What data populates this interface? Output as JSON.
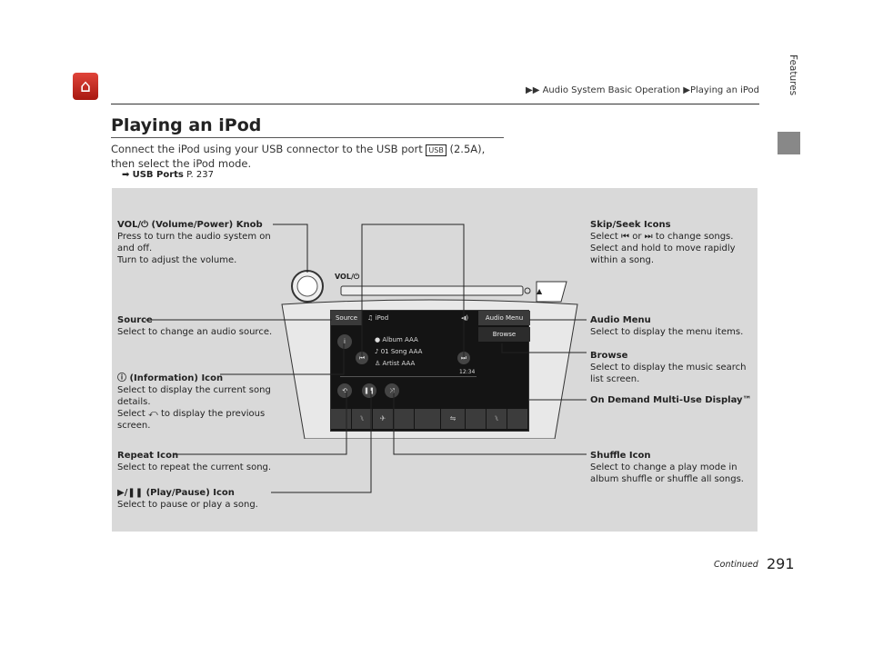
{
  "header": {
    "home_icon": "home-icon",
    "breadcrumb": [
      "Audio System Basic Operation",
      "Playing an iPod"
    ],
    "side_tab": "Features"
  },
  "page": {
    "title": "Playing an iPod",
    "intro_before": "Connect the iPod using your USB connector to the USB port",
    "port_icon": "USB",
    "intro_after": "(2.5A), then select the iPod mode.",
    "ref_label": "USB Ports",
    "ref_page": "P. 237"
  },
  "device": {
    "knob_label": "VOL/⏻",
    "source": "Source",
    "mode": "iPod",
    "audio_menu": "Audio Menu",
    "browse": "Browse",
    "album": "Album AAA",
    "song": "01 Song AAA",
    "artist": "Artist AAA",
    "time": "12:34"
  },
  "callouts": {
    "vol": {
      "title": "(Volume/Power) Knob",
      "title_prefix": "VOL/",
      "desc": "Press to turn the audio system on and off.",
      "desc2": "Turn to adjust the volume."
    },
    "source": {
      "title": "Source",
      "desc": "Select to change an audio source."
    },
    "info": {
      "title": "(Information) Icon",
      "desc": "Select to display the current song details.",
      "desc2a": "Select",
      "desc2b": "to display the previous screen."
    },
    "repeat": {
      "title": "Repeat Icon",
      "desc": "Select to repeat the current song."
    },
    "play": {
      "title": "(Play/Pause) Icon",
      "desc": "Select to pause or play a song."
    },
    "skip": {
      "title": "Skip/Seek Icons",
      "desc_a": "Select",
      "desc_or": "or",
      "desc_b": "to change songs.",
      "desc2": "Select and hold to move rapidly within a song."
    },
    "audio_menu": {
      "title": "Audio Menu",
      "desc": "Select to display the menu items."
    },
    "browse": {
      "title": "Browse",
      "desc": "Select to display the music search list screen."
    },
    "display": {
      "title": "On Demand Multi-Use Display™"
    },
    "shuffle": {
      "title": "Shuffle Icon",
      "desc": "Select to change a play mode in album shuffle or shuffle all songs."
    }
  },
  "footer": {
    "continued": "Continued",
    "page_number": "291"
  }
}
